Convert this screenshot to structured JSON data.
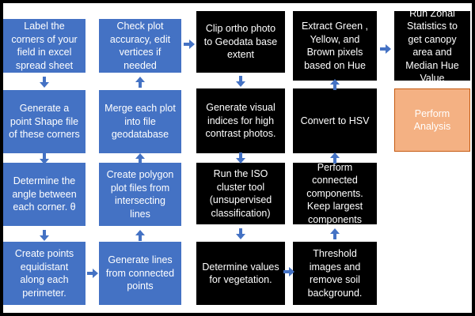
{
  "colors": {
    "blue_step": "#4472c4",
    "black_step": "#000000",
    "orange_step": "#f4b183",
    "arrow": "#4472c4"
  },
  "steps": {
    "label_corners": "Label the corners of your field in excel spread sheet",
    "generate_point_shapefile": "Generate a point Shape file of these corners",
    "determine_angle": "Determine the angle between each corner. θ",
    "create_points_equidistant": "Create points equidistant along each perimeter.",
    "generate_lines": "Generate lines from connected points",
    "create_polygon_plot_files": "Create polygon plot files from intersecting lines",
    "merge_plots": "Merge each plot into file geodatabase",
    "check_plot_accuracy": "Check plot accuracy, edit vertices if needed",
    "clip_ortho_photo": "Clip ortho photo to Geodata base extent",
    "generate_visual_indices": "Generate visual indices for high contrast photos.",
    "run_iso_cluster": "Run the ISO cluster tool (unsupervised classification)",
    "determine_values": "Determine values for vegetation.",
    "threshold_images": "Threshold images and remove soil background.",
    "perform_connected_components": "Perform connected components. Keep largest components",
    "convert_to_hsv": "Convert to HSV",
    "extract_pixels": "Extract Green , Yellow, and Brown pixels based on Hue",
    "run_zonal_statistics": "Run Zonal Statistics to get canopy area and Median Hue Value",
    "perform_analysis": "Perform Analysis"
  },
  "icons": {
    "arrow": "arrow-icon"
  }
}
